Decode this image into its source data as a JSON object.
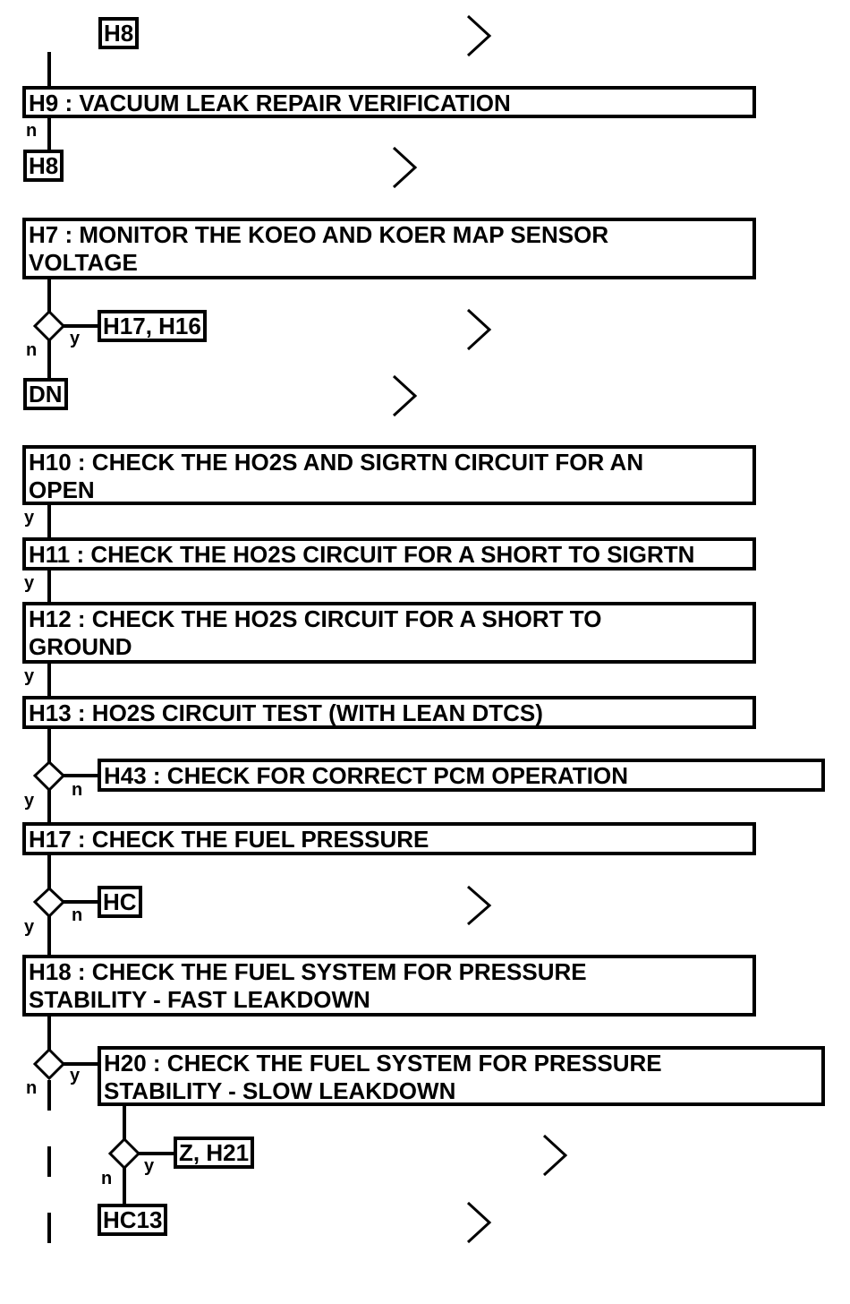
{
  "steps": {
    "h9": "H9 : VACUUM LEAK REPAIR VERIFICATION",
    "h7": "H7 : MONITOR THE KOEO AND KOER MAP SENSOR\nVOLTAGE",
    "h10": "H10 : CHECK THE HO2S AND SIGRTN CIRCUIT FOR AN\nOPEN",
    "h11": "H11 : CHECK THE HO2S CIRCUIT FOR A SHORT TO SIGRTN",
    "h12": "H12 : CHECK THE HO2S CIRCUIT FOR A SHORT TO\nGROUND",
    "h13": "H13 : HO2S CIRCUIT TEST (WITH LEAN DTCS)",
    "h43": "H43 : CHECK FOR CORRECT PCM OPERATION",
    "h17": "H17 : CHECK THE FUEL PRESSURE",
    "h18": "H18 : CHECK THE FUEL SYSTEM FOR PRESSURE\nSTABILITY - FAST LEAKDOWN",
    "h20": "H20 : CHECK THE FUEL SYSTEM FOR PRESSURE\nSTABILITY - SLOW LEAKDOWN"
  },
  "refs": {
    "h8_top": "H8",
    "h8": "H8",
    "h17_h16": "H17, H16",
    "dn": "DN",
    "hc": "HC",
    "z_h21": "Z, H21",
    "hc13": "HC13"
  },
  "labels": {
    "yes": "y",
    "no": "n"
  }
}
